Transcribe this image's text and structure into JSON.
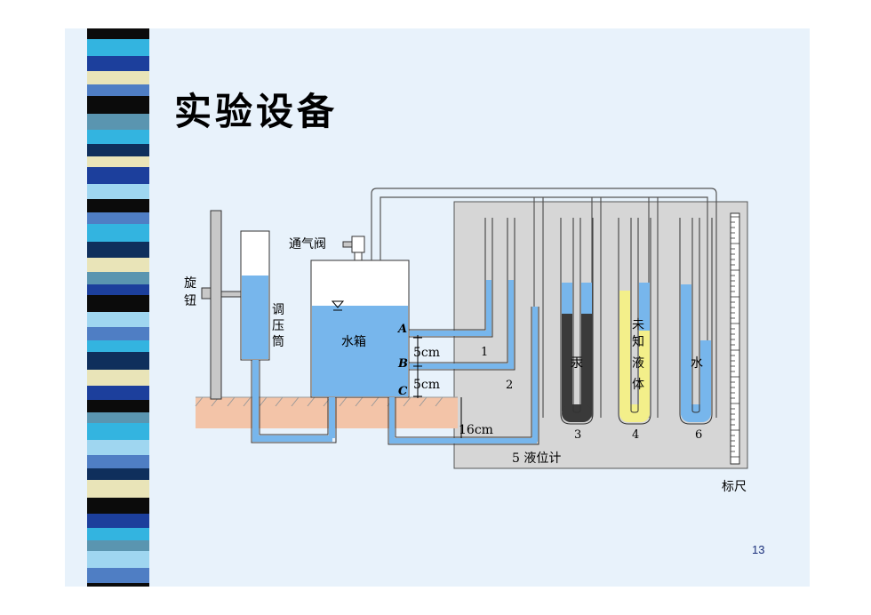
{
  "slide": {
    "title": "实验设备",
    "page_number": "13"
  },
  "diagram": {
    "labels": {
      "vent_valve": "通气阀",
      "knob": [
        "旋",
        "钮"
      ],
      "pressure_cylinder": [
        "调",
        "压",
        "筒"
      ],
      "water_tank": "水箱",
      "point_a": "A",
      "point_b": "B",
      "point_c": "C",
      "spacing_ab": "5cm",
      "spacing_bc": "5cm",
      "depth": "16cm",
      "tube_1": "1",
      "tube_2": "2",
      "tube_3": "3",
      "tube_4": "4",
      "tube_6": "6",
      "mercury": "汞",
      "unknown_liquid": [
        "未",
        "知",
        "液",
        "体"
      ],
      "water": "水",
      "level_gauge": "5 液位计",
      "ruler": "标尺"
    }
  },
  "colors": {
    "water": "#77b6ec",
    "mercury": "#3a3a3a",
    "unknown_liquid": "#f3ef8a",
    "panel": "#d6d6d6",
    "ground": "#f3c4a8",
    "slide_background": "#e8f2fb"
  }
}
